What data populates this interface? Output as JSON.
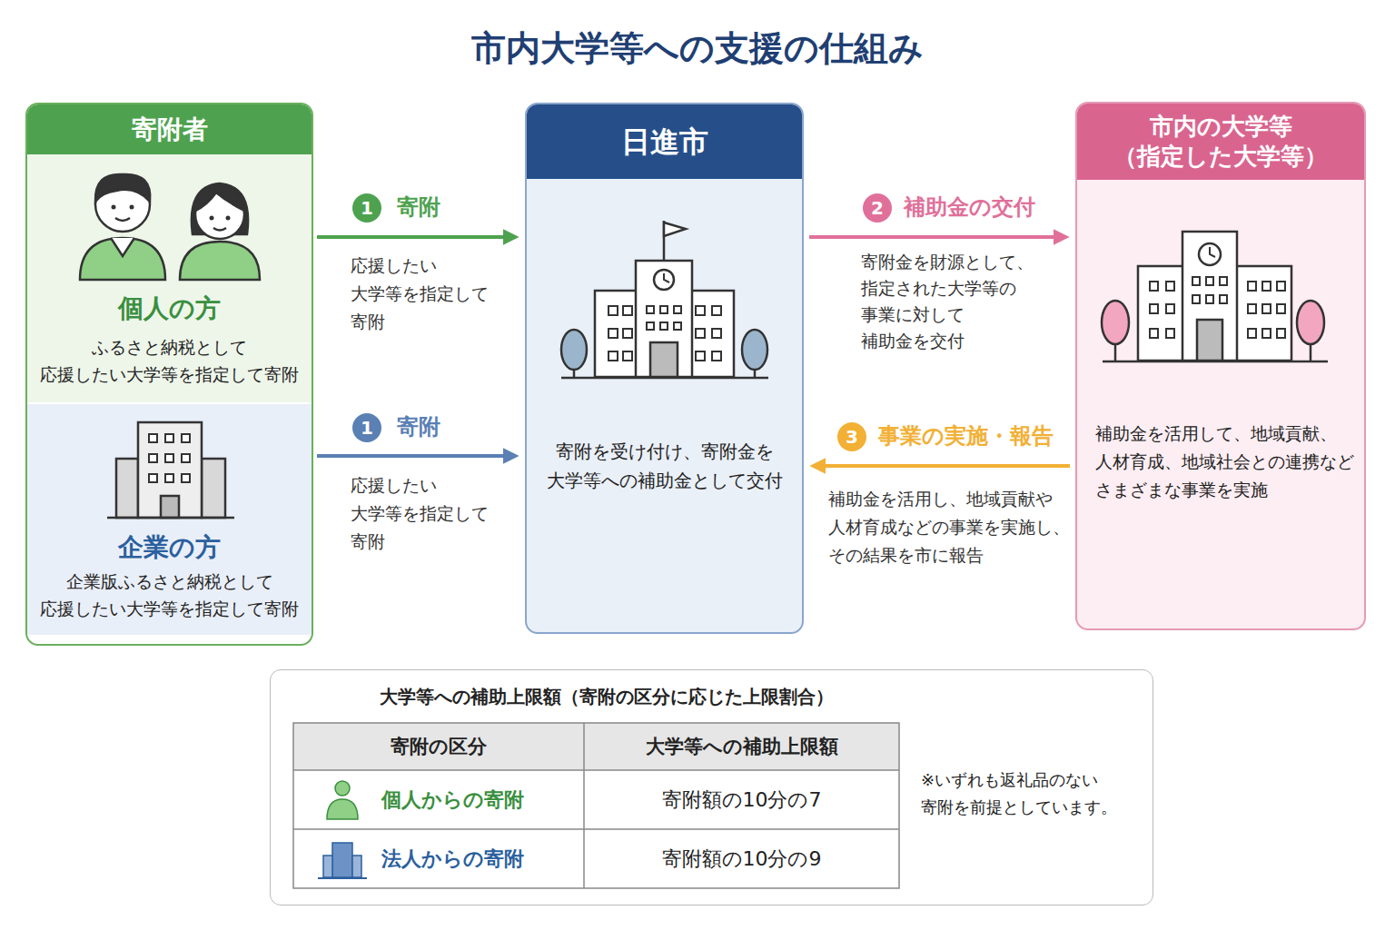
{
  "diagram": {
    "title": "市内大学等への支援の仕組み",
    "nodes": [
      {
        "text": [
          "寄附者"
        ]
      },
      {
        "text": [
          "個人の方",
          "ふるさと納税として 応援したい大学等を指定して寄附"
        ],
        "in": 0
      },
      {
        "text": [
          "企業の方",
          "企業版ふるさと納税として 応援したい大学等を指定して寄附"
        ],
        "in": 0
      },
      {
        "text": [
          "日進市",
          "寄附を受け付け、寄附金を 大学等への補助金として交付"
        ]
      },
      {
        "text": [
          "市内の大学等 （指定した大学等）",
          "補助金を活用して、地域貢献、 人材育成、地域社会との連携など さまざまな事業を実施"
        ]
      },
      {
        "text": [
          "大学等への補助上限額（寄附の区分に応じた上限割合）",
          "※いずれも返礼品のない 寄附を前提としています。"
        ]
      }
    ],
    "edges": [
      {
        "from": 1,
        "to": 3,
        "label": "寄附",
        "arrow": "to"
      },
      {
        "from": 2,
        "to": 3,
        "label": "寄附",
        "arrow": "to"
      },
      {
        "from": 3,
        "to": 4,
        "label": "補助金の交付",
        "arrow": "to"
      },
      {
        "from": 4,
        "to": 3,
        "label": "事業の実施・報告",
        "arrow": "to"
      }
    ],
    "labels": [
      "1",
      "応援したい 大学等を指定して 寄附",
      "1",
      "応援したい 大学等を指定して 寄附",
      "2",
      "寄附金を財源として、 指定された大学等の 事業に対して 補助金を交付",
      "3",
      "補助金を活用し、地域貢献や 人材育成などの事業を実施し、 その結果を市に報告",
      "寄附の区分",
      "大学等への補助上限額",
      "個人からの寄附",
      "寄附額の10分の7",
      "法人からの寄附",
      "寄附額の10分の9"
    ]
  }
}
